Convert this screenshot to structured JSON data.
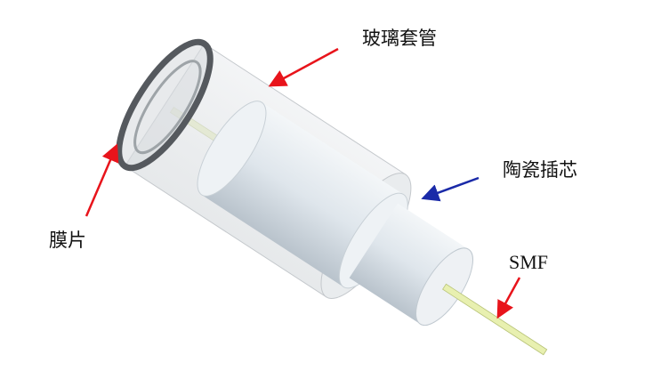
{
  "labels": {
    "glass_tube": "玻璃套管",
    "ceramic_ferrule": "陶瓷插芯",
    "diaphragm": "膜片",
    "smf": "SMF"
  },
  "colors": {
    "red_arrow": "#e8141b",
    "blue_arrow": "#1a2aa8",
    "fiber": "#e8f0b0",
    "ceramic": "#dde4ea"
  }
}
